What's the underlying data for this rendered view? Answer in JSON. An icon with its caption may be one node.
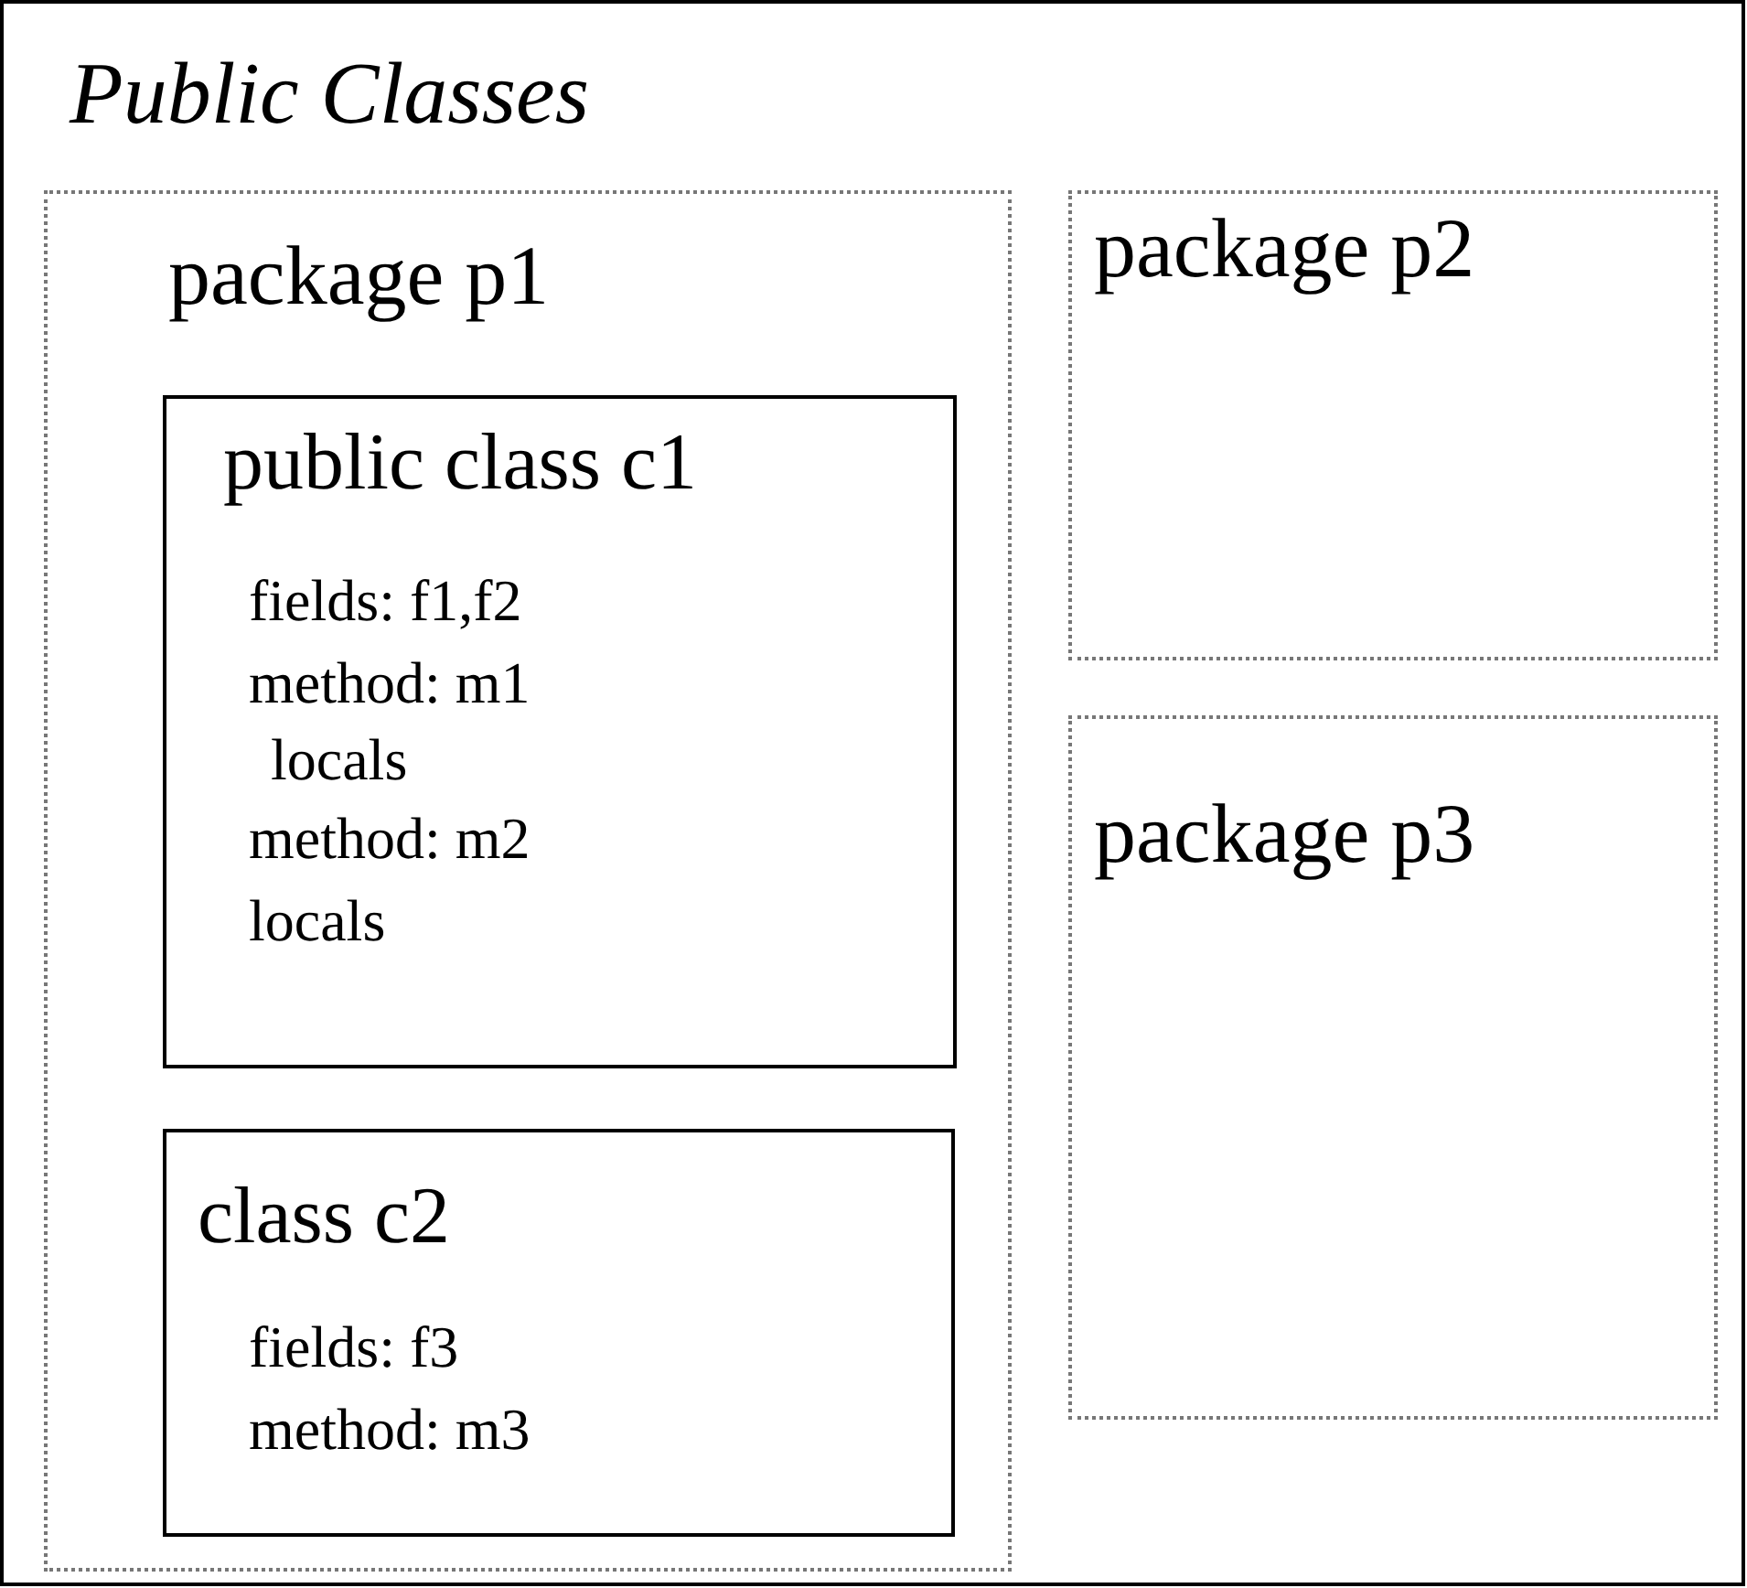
{
  "diagram": {
    "nodes": [
      {
        "text": [
          "Public Classes"
        ]
      },
      {
        "text": [
          "package p1"
        ],
        "in": 0
      },
      {
        "text": [
          "public class c1",
          "fields: f1,f2",
          "method: m1",
          "locals",
          "method: m2",
          "locals"
        ],
        "in": 1
      },
      {
        "text": [
          "class c2",
          "fields: f3",
          "method: m3"
        ],
        "in": 1
      },
      {
        "text": [
          "package p2"
        ],
        "in": 0
      },
      {
        "text": [
          "package p3"
        ],
        "in": 0
      }
    ]
  }
}
